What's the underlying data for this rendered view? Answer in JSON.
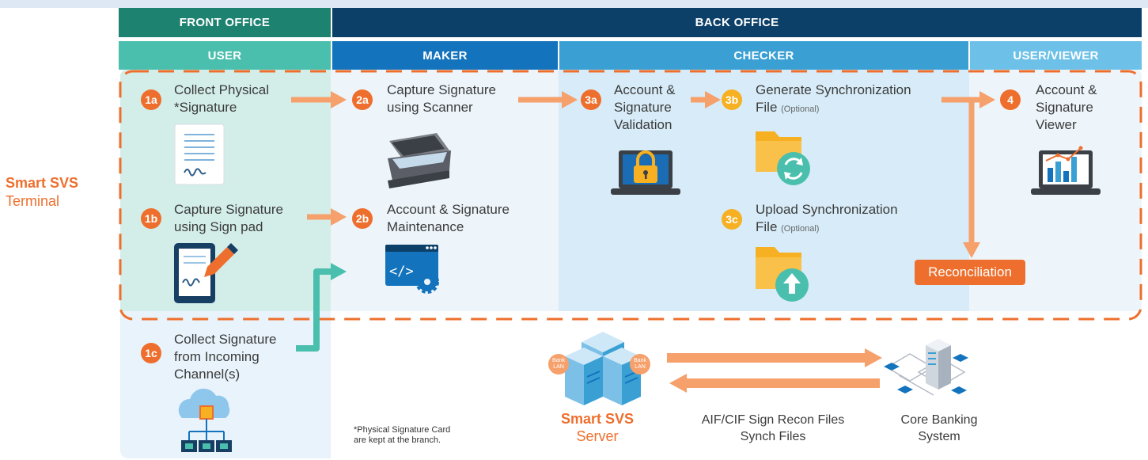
{
  "headers": {
    "front_office": "FRONT OFFICE",
    "back_office": "BACK OFFICE",
    "user": "USER",
    "maker": "MAKER",
    "checker": "CHECKER",
    "user_viewer": "USER/VIEWER"
  },
  "terminal": {
    "line1": "Smart SVS",
    "line2": "Terminal"
  },
  "steps": {
    "s1a": {
      "badge": "1a",
      "line1": "Collect Physical",
      "line2": "*Signature"
    },
    "s1b": {
      "badge": "1b",
      "line1": "Capture Signature",
      "line2": "using Sign pad"
    },
    "s1c": {
      "badge": "1c",
      "line1": "Collect Signature",
      "line2": "from Incoming",
      "line3": "Channel(s)"
    },
    "s2a": {
      "badge": "2a",
      "line1": "Capture Signature",
      "line2": "using Scanner"
    },
    "s2b": {
      "badge": "2b",
      "line1": "Account & Signature",
      "line2": "Maintenance"
    },
    "s3a": {
      "badge": "3a",
      "line1": "Account &",
      "line2": "Signature",
      "line3": "Validation"
    },
    "s3b": {
      "badge": "3b",
      "line1": "Generate Synchronization",
      "line2": "File",
      "optional": "(Optional)"
    },
    "s3c": {
      "badge": "3c",
      "line1": "Upload Synchronization",
      "line2": "File",
      "optional": "(Optional)"
    },
    "s4": {
      "badge": "4",
      "line1": "Account &",
      "line2": "Signature",
      "line3": "Viewer"
    }
  },
  "reconciliation": "Reconciliation",
  "note": {
    "line1": "*Physical Signature Card",
    "line2": "are kept at the branch."
  },
  "server": {
    "line1": "Smart SVS",
    "line2": "Server",
    "lan_left": "Bank LAN",
    "lan_right": "Bank LAN"
  },
  "files": {
    "line1": "AIF/CIF Sign Recon Files",
    "line2": "Synch Files"
  },
  "core_banking": {
    "line1": "Core Banking",
    "line2": "System"
  },
  "colors": {
    "front_office_dark": "#1e8270",
    "back_office_dark": "#0d4069",
    "user_teal": "#4bbfad",
    "maker_blue": "#1473bd",
    "checker_blue": "#3aa0d4",
    "viewer_light": "#6dc1e8",
    "accent_orange": "#ee6f2d",
    "arrow_orange": "#f6a06c",
    "arrow_teal": "#4bbfad"
  }
}
